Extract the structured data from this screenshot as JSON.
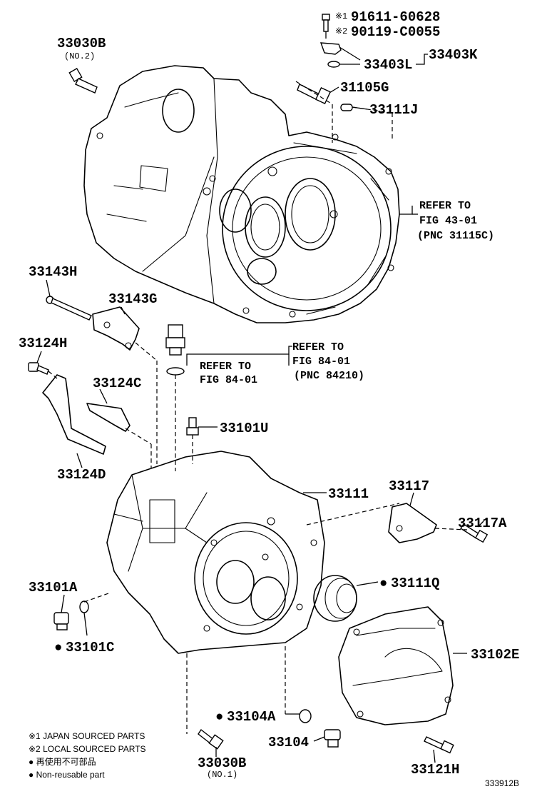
{
  "parts": {
    "p_91611": {
      "mark": "※1",
      "number": "91611-60628"
    },
    "p_90119": {
      "mark": "※2",
      "number": "90119-C0055"
    },
    "p_33403K": "33403K",
    "p_33403L": "33403L",
    "p_31105G": "31105G",
    "p_33111J": "33111J",
    "p_33030B_top": {
      "number": "33030B",
      "sub": "(NO.2)"
    },
    "p_33143H": "33143H",
    "p_33143G": "33143G",
    "p_33124H": "33124H",
    "p_33124C": "33124C",
    "p_33124D": "33124D",
    "p_33101U": "33101U",
    "p_33111": "33111",
    "p_33117": "33117",
    "p_33117A": "33117A",
    "p_33101A": "33101A",
    "p_33101C": "33101C",
    "p_33111Q": "33111Q",
    "p_33102E": "33102E",
    "p_33104A": "33104A",
    "p_33104": "33104",
    "p_33121H": "33121H",
    "p_33030B_bottom": {
      "number": "33030B",
      "sub": "(NO.1)"
    }
  },
  "references": {
    "ref_fig43": {
      "line1": "REFER TO",
      "line2": "FIG 43-01",
      "line3": "(PNC 31115C)"
    },
    "ref_fig84_left": {
      "line1": "REFER TO",
      "line2": "FIG 84-01"
    },
    "ref_fig84_right": {
      "line1": "REFER TO",
      "line2": "FIG 84-01",
      "line3": "(PNC 84210)"
    }
  },
  "legend": {
    "note1": "※1 JAPAN SOURCED PARTS",
    "note2": "※2 LOCAL SOURCED PARTS",
    "note3": "● 再使用不可部品",
    "note4": "● Non-reusable part"
  },
  "figure_id": "333912B",
  "non_reusable_marker": "●"
}
